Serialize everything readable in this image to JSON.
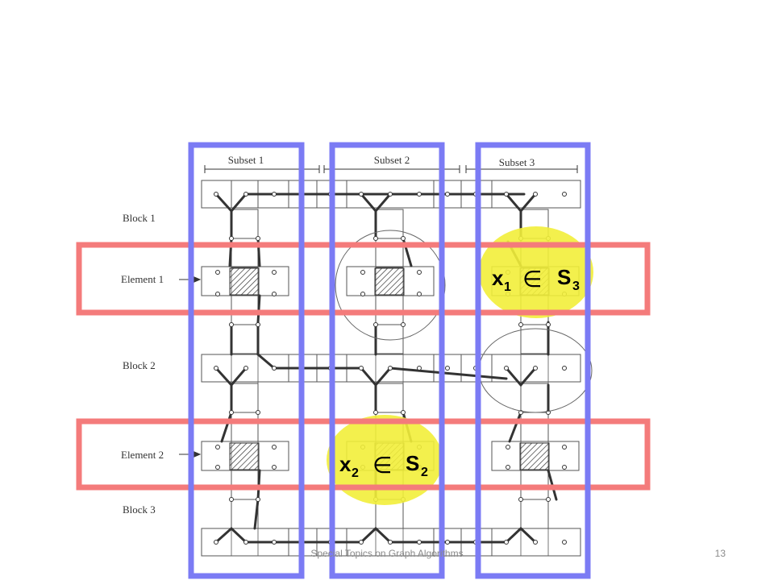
{
  "slide": {
    "footer_title": "Special Topics on Graph Algorithms",
    "page_number": "13"
  },
  "diagram": {
    "subset_labels": [
      "Subset 1",
      "Subset 2",
      "Subset 3"
    ],
    "row_labels": {
      "block1": "Block 1",
      "element1": "Element 1",
      "block2": "Block 2",
      "element2": "Element 2",
      "block3": "Block 3"
    },
    "annotations": {
      "first": {
        "var": "x",
        "var_sub": "1",
        "symbol": "∈",
        "set": "S",
        "set_sub": "3"
      },
      "second": {
        "var": "x",
        "var_sub": "2",
        "symbol": "∈",
        "set": "S",
        "set_sub": "2"
      }
    }
  },
  "colors": {
    "subset_column": "#7b7bf4",
    "element_row": "#f47b7b",
    "highlight": "#f2ee3a",
    "line": "#333333",
    "thin_line": "#777777",
    "label": "#333333"
  }
}
